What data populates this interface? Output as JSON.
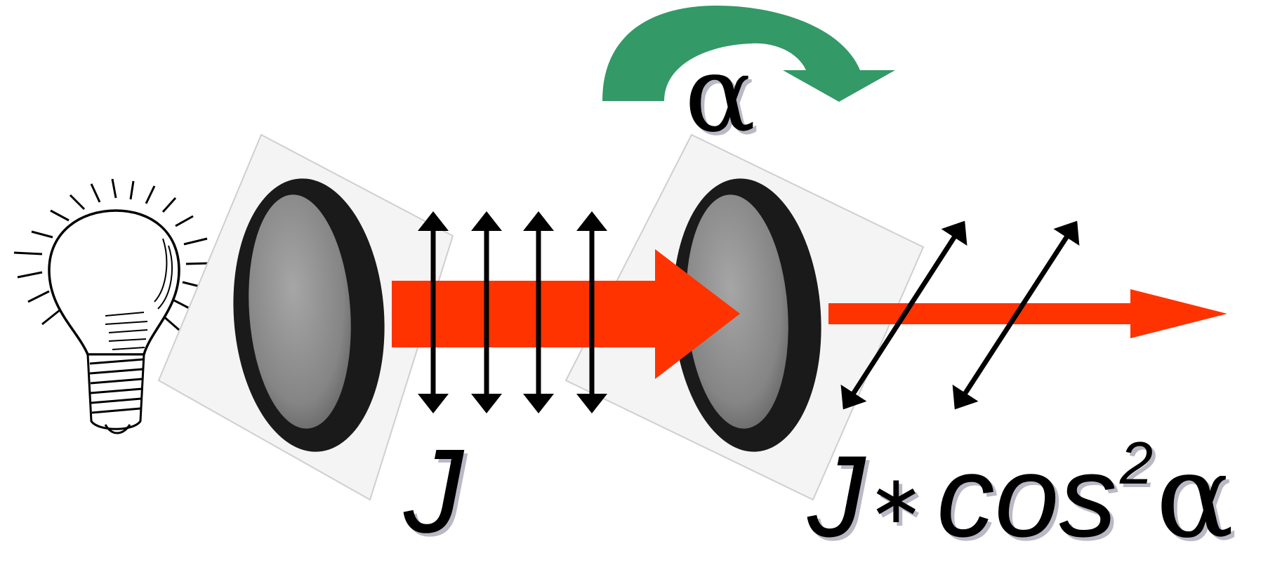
{
  "labels": {
    "rotation_angle": "α",
    "incident_intensity": "J",
    "transmitted": {
      "intensity": "J",
      "operator": "∗",
      "function": "cos",
      "exponent": "2",
      "angle": "α"
    }
  },
  "colors": {
    "beam": "#ff3300",
    "rotation_arrow": "#339966",
    "polarization_arrows": "#000000",
    "filter_card": "#f4f4f4",
    "filter_rim": "#1a1a1a",
    "filter_glass": "#8a8a8a",
    "label_shadow": "#b9b9c6"
  },
  "icons": {
    "light_source": "light-bulb-icon",
    "polarizer": "polarizing-filter-icon",
    "analyzer": "polarizing-filter-icon",
    "rotation": "curved-rotation-arrow-icon"
  }
}
